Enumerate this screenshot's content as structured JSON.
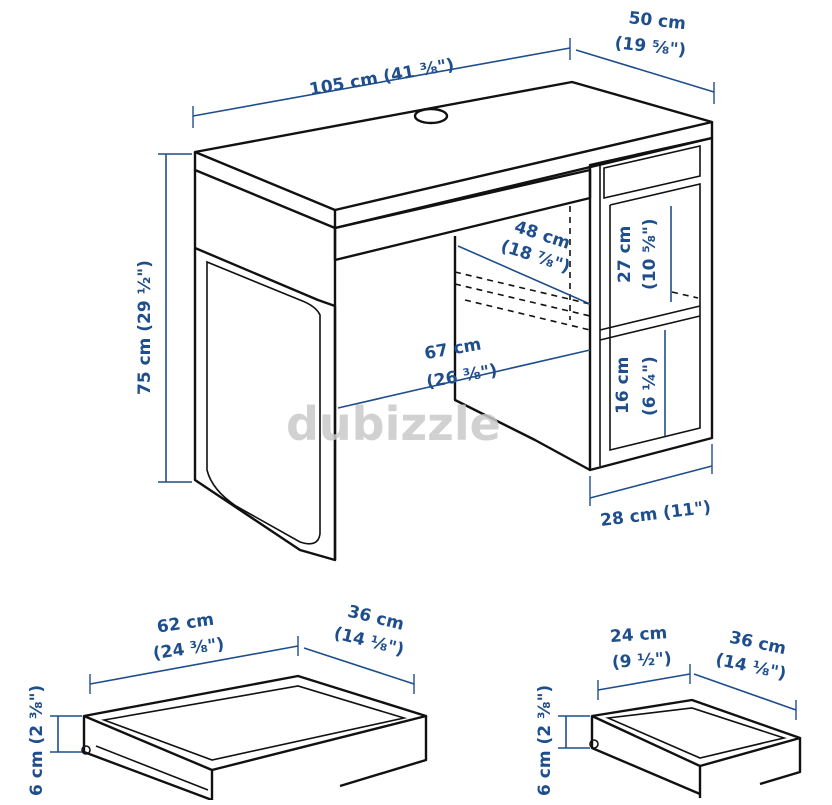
{
  "desk": {
    "width": "105 cm (41 ⅜\")",
    "depth_cm": "50 cm",
    "depth_in": "(19 ⅝\")",
    "height": "75 cm (29 ½\")",
    "inner_depth_cm": "48 cm",
    "inner_depth_in": "(18 ⅞\")",
    "leg_space_cm": "67 cm",
    "leg_space_in": "(26 ⅜\")",
    "shelf_height_cm": "27 cm",
    "shelf_height_in": "(10 ⅝\")",
    "lower_height_cm": "16 cm",
    "lower_height_in": "(6 ¼\")",
    "cabinet_width": "28 cm (11\")"
  },
  "drawer_large": {
    "width_cm": "62 cm",
    "width_in": "(24 ⅜\")",
    "depth_cm": "36 cm",
    "depth_in": "(14 ⅛\")",
    "height": "6 cm (2 ⅜\")"
  },
  "drawer_small": {
    "width_cm": "24 cm",
    "width_in": "(9 ½\")",
    "depth_cm": "36 cm",
    "depth_in": "(14 ⅛\")",
    "height": "6 cm (2 ⅜\")"
  },
  "watermark": "dubizzle",
  "colors": {
    "dimension": "#1f4e8c",
    "outline": "#111111",
    "watermark": "#c9c9c9"
  }
}
